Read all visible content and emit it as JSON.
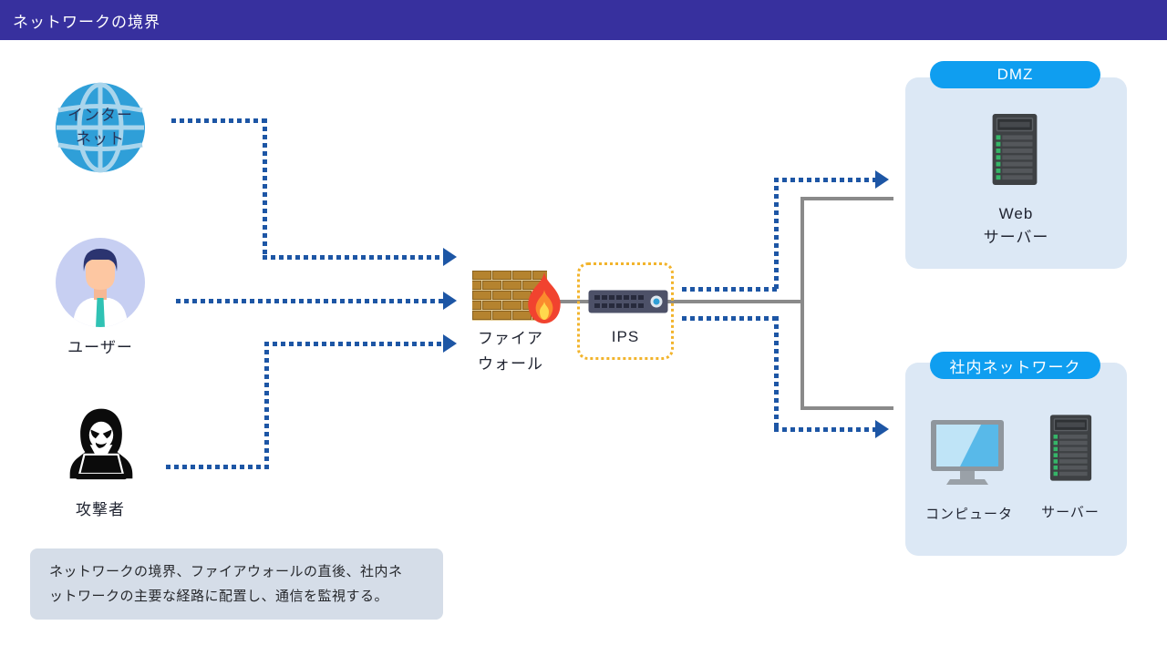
{
  "title": "ネットワークの境界",
  "sources": {
    "internet": {
      "line1": "インター",
      "line2": "ネット"
    },
    "user": {
      "label": "ユーザー"
    },
    "attacker": {
      "label": "攻撃者"
    }
  },
  "middle": {
    "firewall": {
      "line1": "ファイア",
      "line2": "ウォール"
    },
    "ips": {
      "label": "IPS"
    }
  },
  "dmz": {
    "badge": "DMZ",
    "server": {
      "line1": "Web",
      "line2": "サーバー"
    }
  },
  "internal_network": {
    "badge": "社内ネットワーク",
    "computer_label": "コンピュータ",
    "server_label": "サーバー"
  },
  "note": {
    "text": "ネットワークの境界、ファイアウォールの直後、社内ネットワークの主要な経路に配置し、通信を監視する。"
  },
  "colors": {
    "title_bg": "#37309e",
    "arrow_blue": "#1d56a5",
    "badge_blue": "#0f9ef0",
    "zone_bg": "#dce8f5",
    "ips_border": "#f2b42c",
    "connector_gray": "#8a8a8a"
  }
}
